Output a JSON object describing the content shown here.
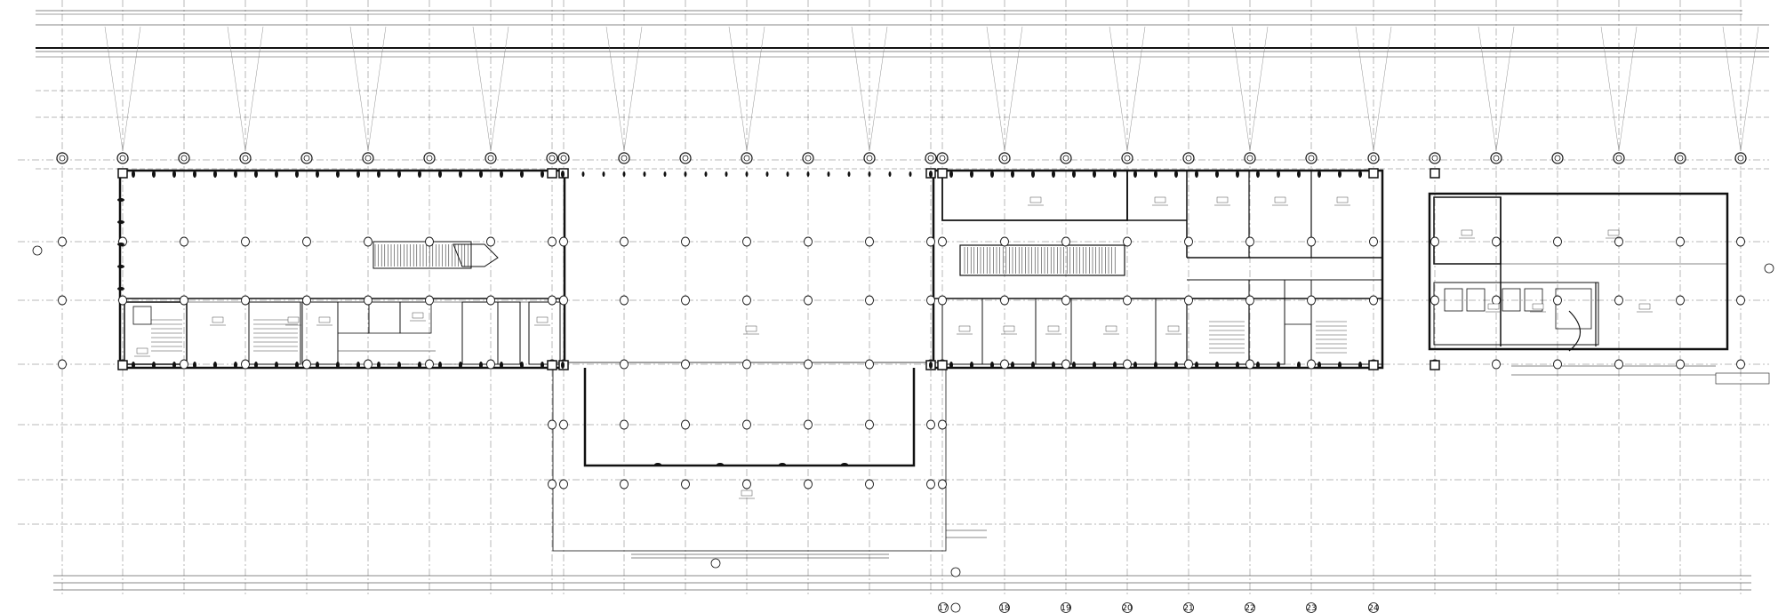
{
  "drawing": {
    "colors": {
      "line": "#111111",
      "light_line": "#888888",
      "background": "#ffffff"
    },
    "grid_labels": [
      "17",
      "18",
      "19",
      "20",
      "21",
      "22",
      "23",
      "24"
    ]
  }
}
